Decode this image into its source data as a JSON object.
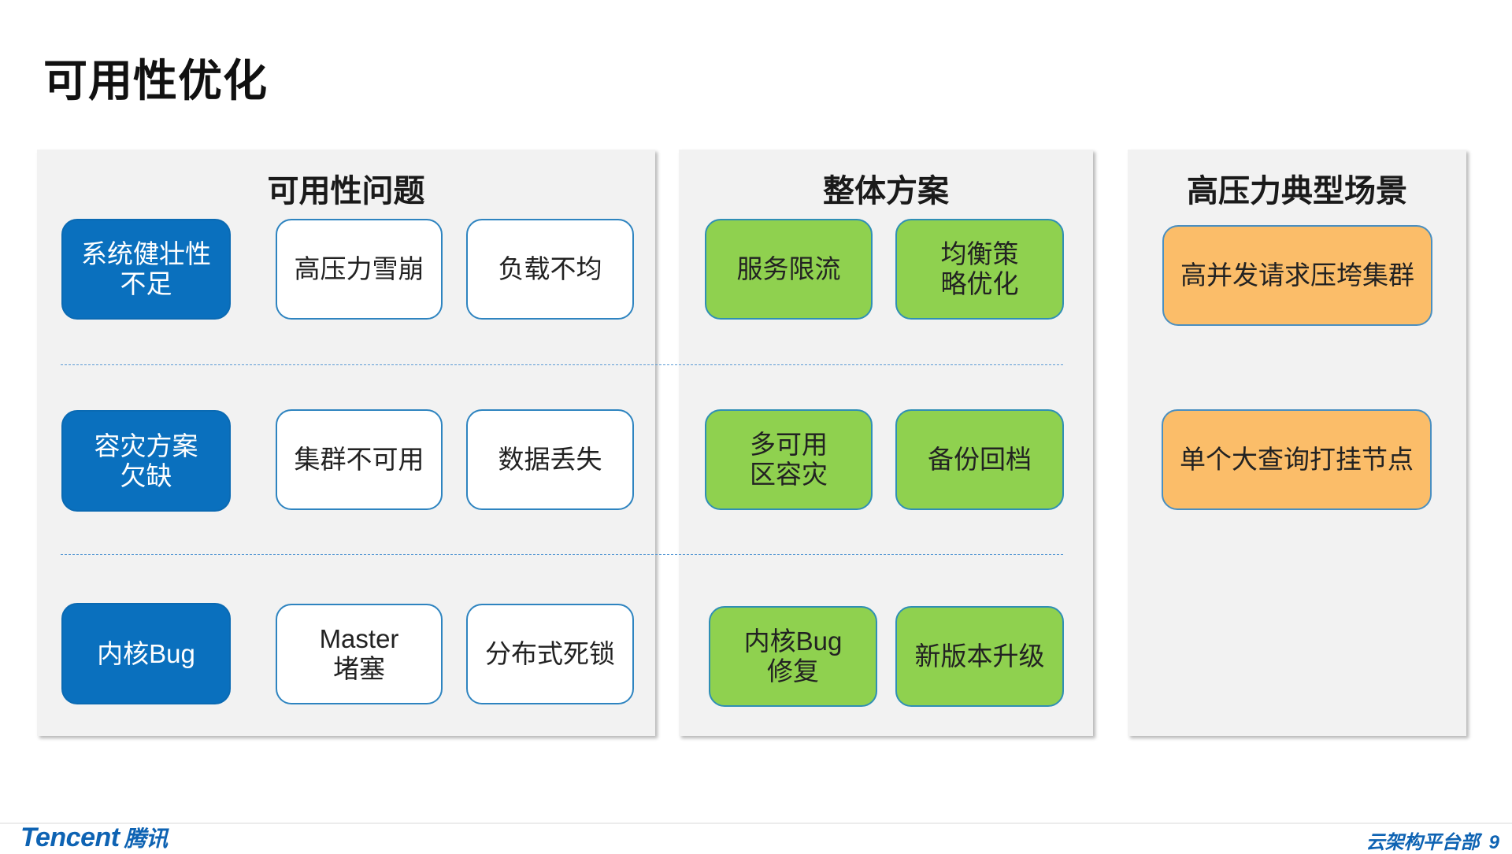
{
  "title": "可用性优化",
  "problems": {
    "title": "可用性问题",
    "rows": [
      {
        "category": "系统健壮性\n不足",
        "items": [
          "高压力雪崩",
          "负载不均"
        ]
      },
      {
        "category": "容灾方案\n欠缺",
        "items": [
          "集群不可用",
          "数据丢失"
        ]
      },
      {
        "category": "内核Bug",
        "items": [
          "Master\n堵塞",
          "分布式死锁"
        ]
      }
    ]
  },
  "solution": {
    "title": "整体方案",
    "rows": [
      [
        "服务限流",
        "均衡策\n略优化"
      ],
      [
        "多可用\n区容灾",
        "备份回档"
      ],
      [
        "内核Bug\n修复",
        "新版本升级"
      ]
    ]
  },
  "scenario": {
    "title": "高压力典型场景",
    "items": [
      "高并发请求压垮集群",
      "单个大查询打挂节点"
    ]
  },
  "footer": {
    "logo_text": "Tencent",
    "logo_cn": "腾讯",
    "department": "云架构平台部",
    "page_number": "9"
  },
  "colors": {
    "category_blue": "#0a70be",
    "solution_green": "#8fd14f",
    "scenario_orange": "#fbbd69",
    "brand_blue": "#0e63b3"
  }
}
